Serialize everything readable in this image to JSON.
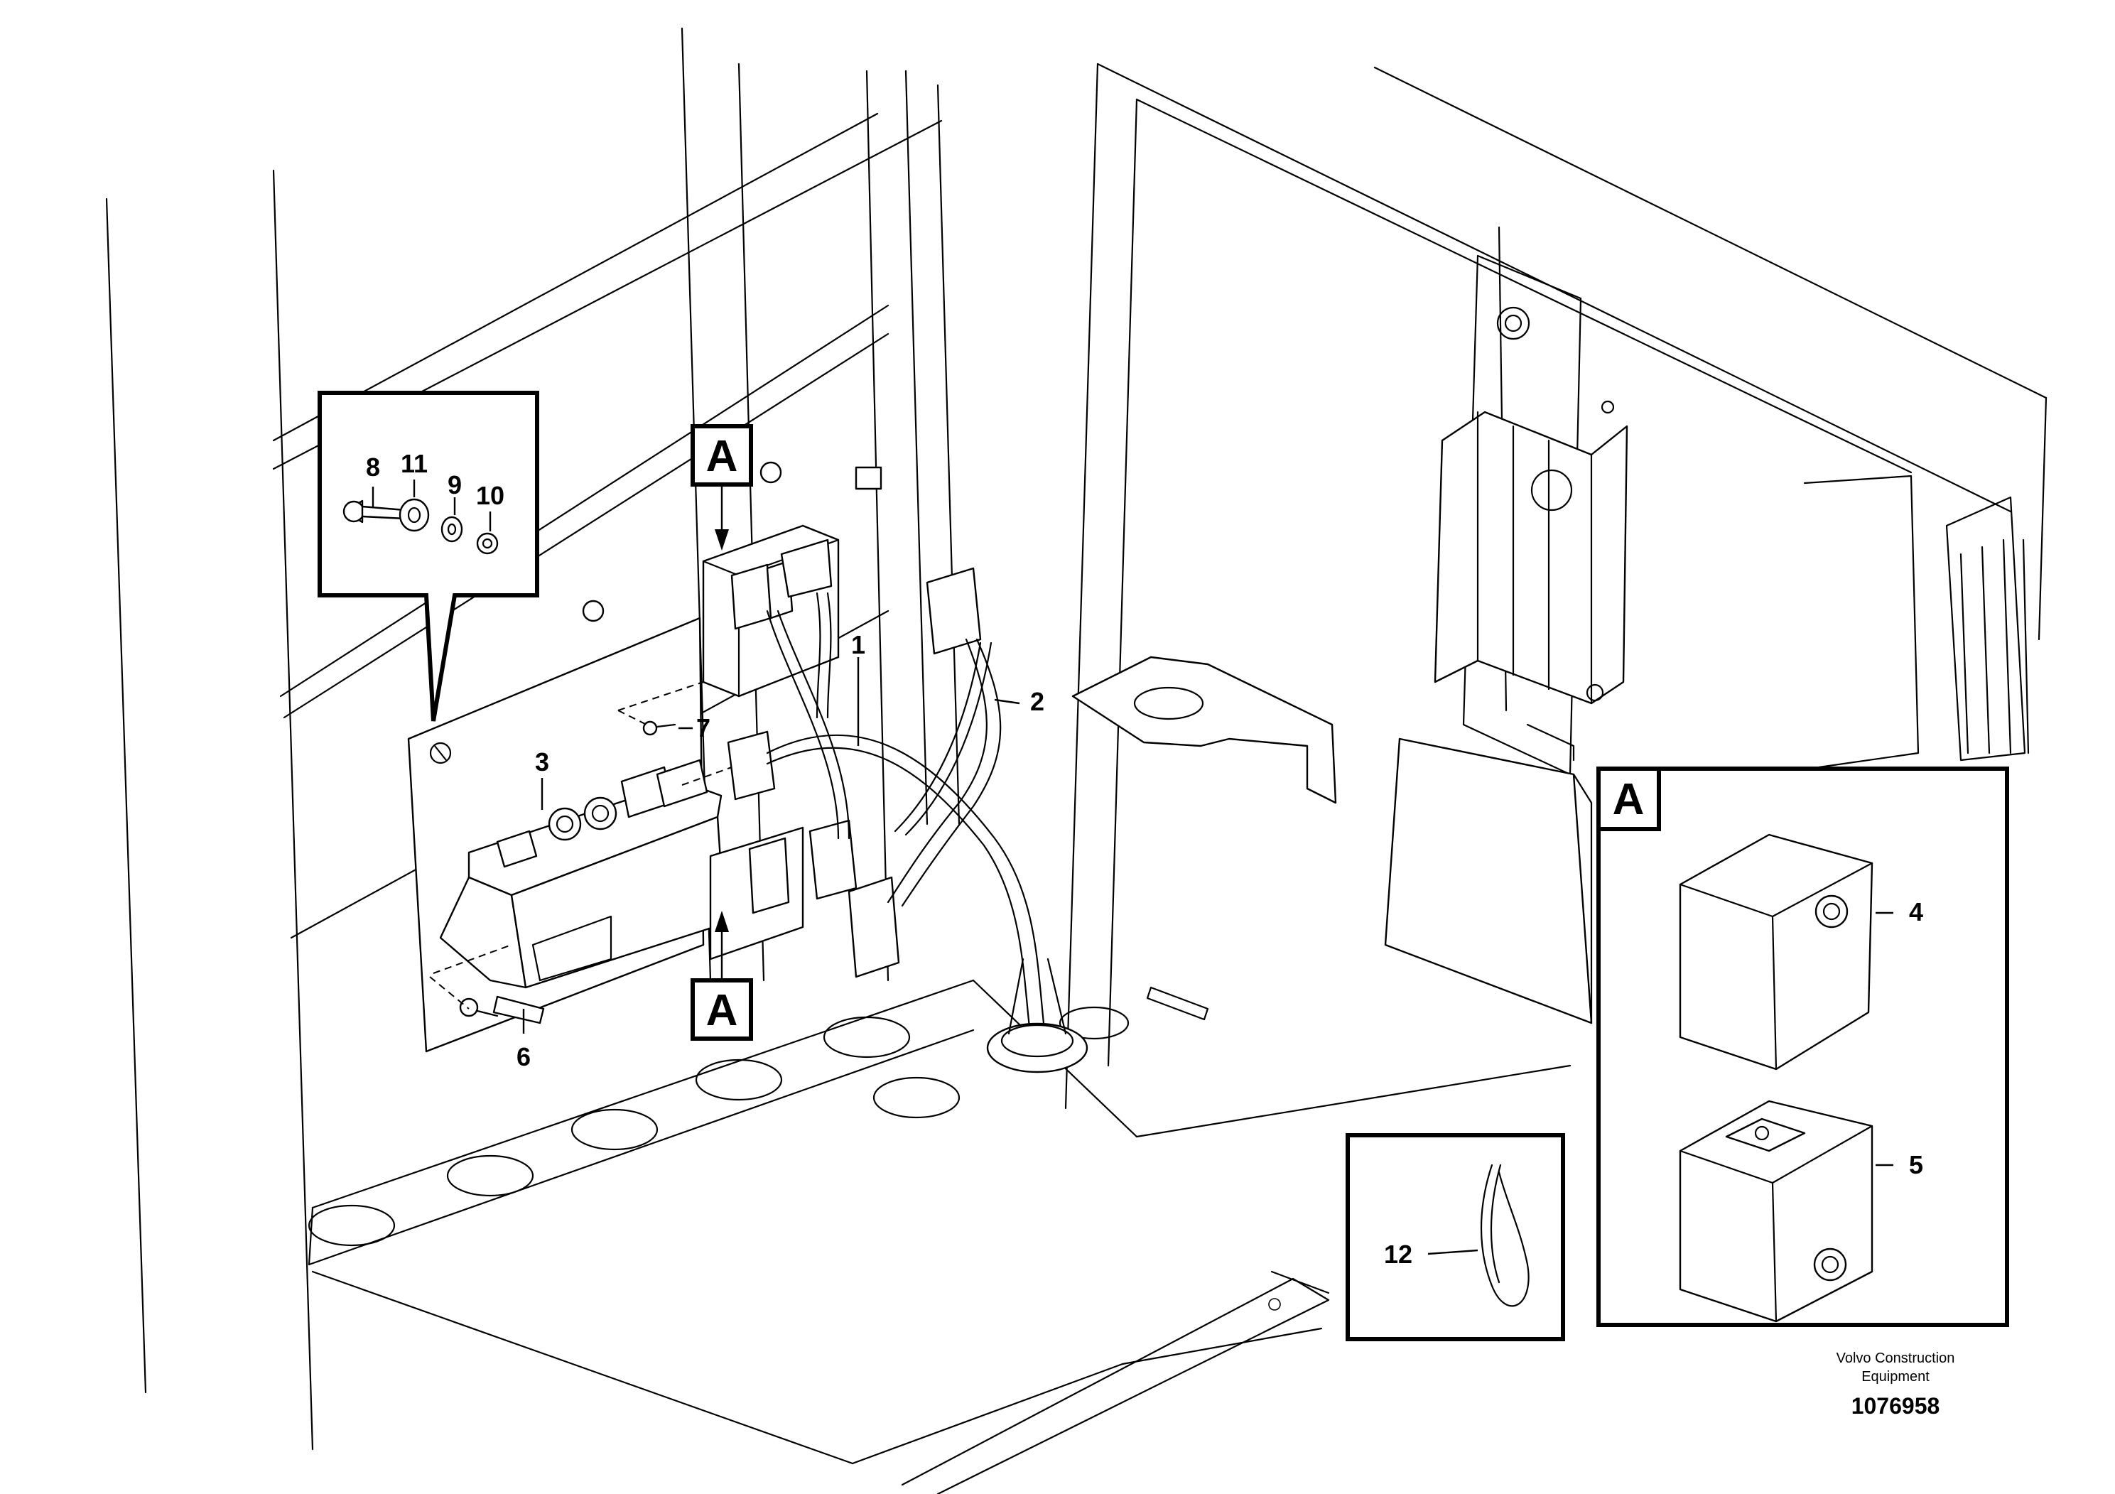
{
  "diagram": {
    "callouts": {
      "c1": "1",
      "c2": "2",
      "c3": "3",
      "c4": "4",
      "c5": "5",
      "c6": "6",
      "c7": "7",
      "c8": "8",
      "c9": "9",
      "c10": "10",
      "c11": "11",
      "c12": "12"
    },
    "reference_label": "A",
    "credit_line1": "Volvo Construction",
    "credit_line2": "Equipment",
    "document_id": "1076958"
  }
}
